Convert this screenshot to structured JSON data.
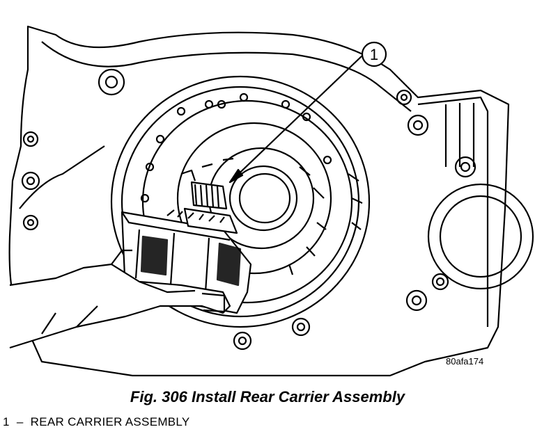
{
  "figure": {
    "callout_number": "1",
    "image_code": "80afa174"
  },
  "caption": "Fig. 306 Install Rear Carrier Assembly",
  "legend": {
    "number": "1",
    "separator": "–",
    "label": "REAR CARRIER ASSEMBLY"
  }
}
